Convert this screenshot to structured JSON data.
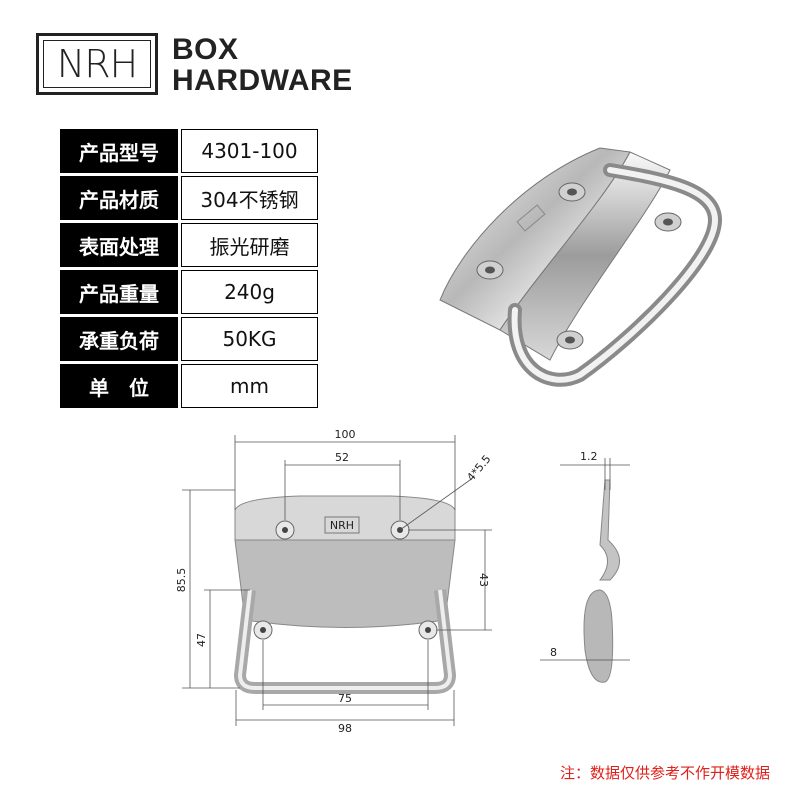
{
  "logo": {
    "mark": "NRH",
    "line1": "BOX",
    "line2": "HARDWARE"
  },
  "specs": [
    {
      "label": "产品型号",
      "value": "4301-100"
    },
    {
      "label": "产品材质",
      "value": "304不锈钢"
    },
    {
      "label": "表面处理",
      "value": "振光研磨"
    },
    {
      "label": "产品重量",
      "value": "240g"
    },
    {
      "label": "承重负荷",
      "value": "50KG"
    },
    {
      "label": "单　位",
      "value": "mm"
    }
  ],
  "dimensions": {
    "overall_width": "100",
    "hole_spacing_top": "52",
    "hole_note": "4*5.5",
    "overall_height": "85.5",
    "height_43": "43",
    "height_47": "47",
    "hole_spacing_bottom": "75",
    "handle_width": "98",
    "thickness": "1.2",
    "wire": "8",
    "plate_mark": "NRH"
  },
  "note": "注：数据仅供参考不作开模数据",
  "colors": {
    "note": "#e0201a",
    "label_bg": "#000000"
  }
}
